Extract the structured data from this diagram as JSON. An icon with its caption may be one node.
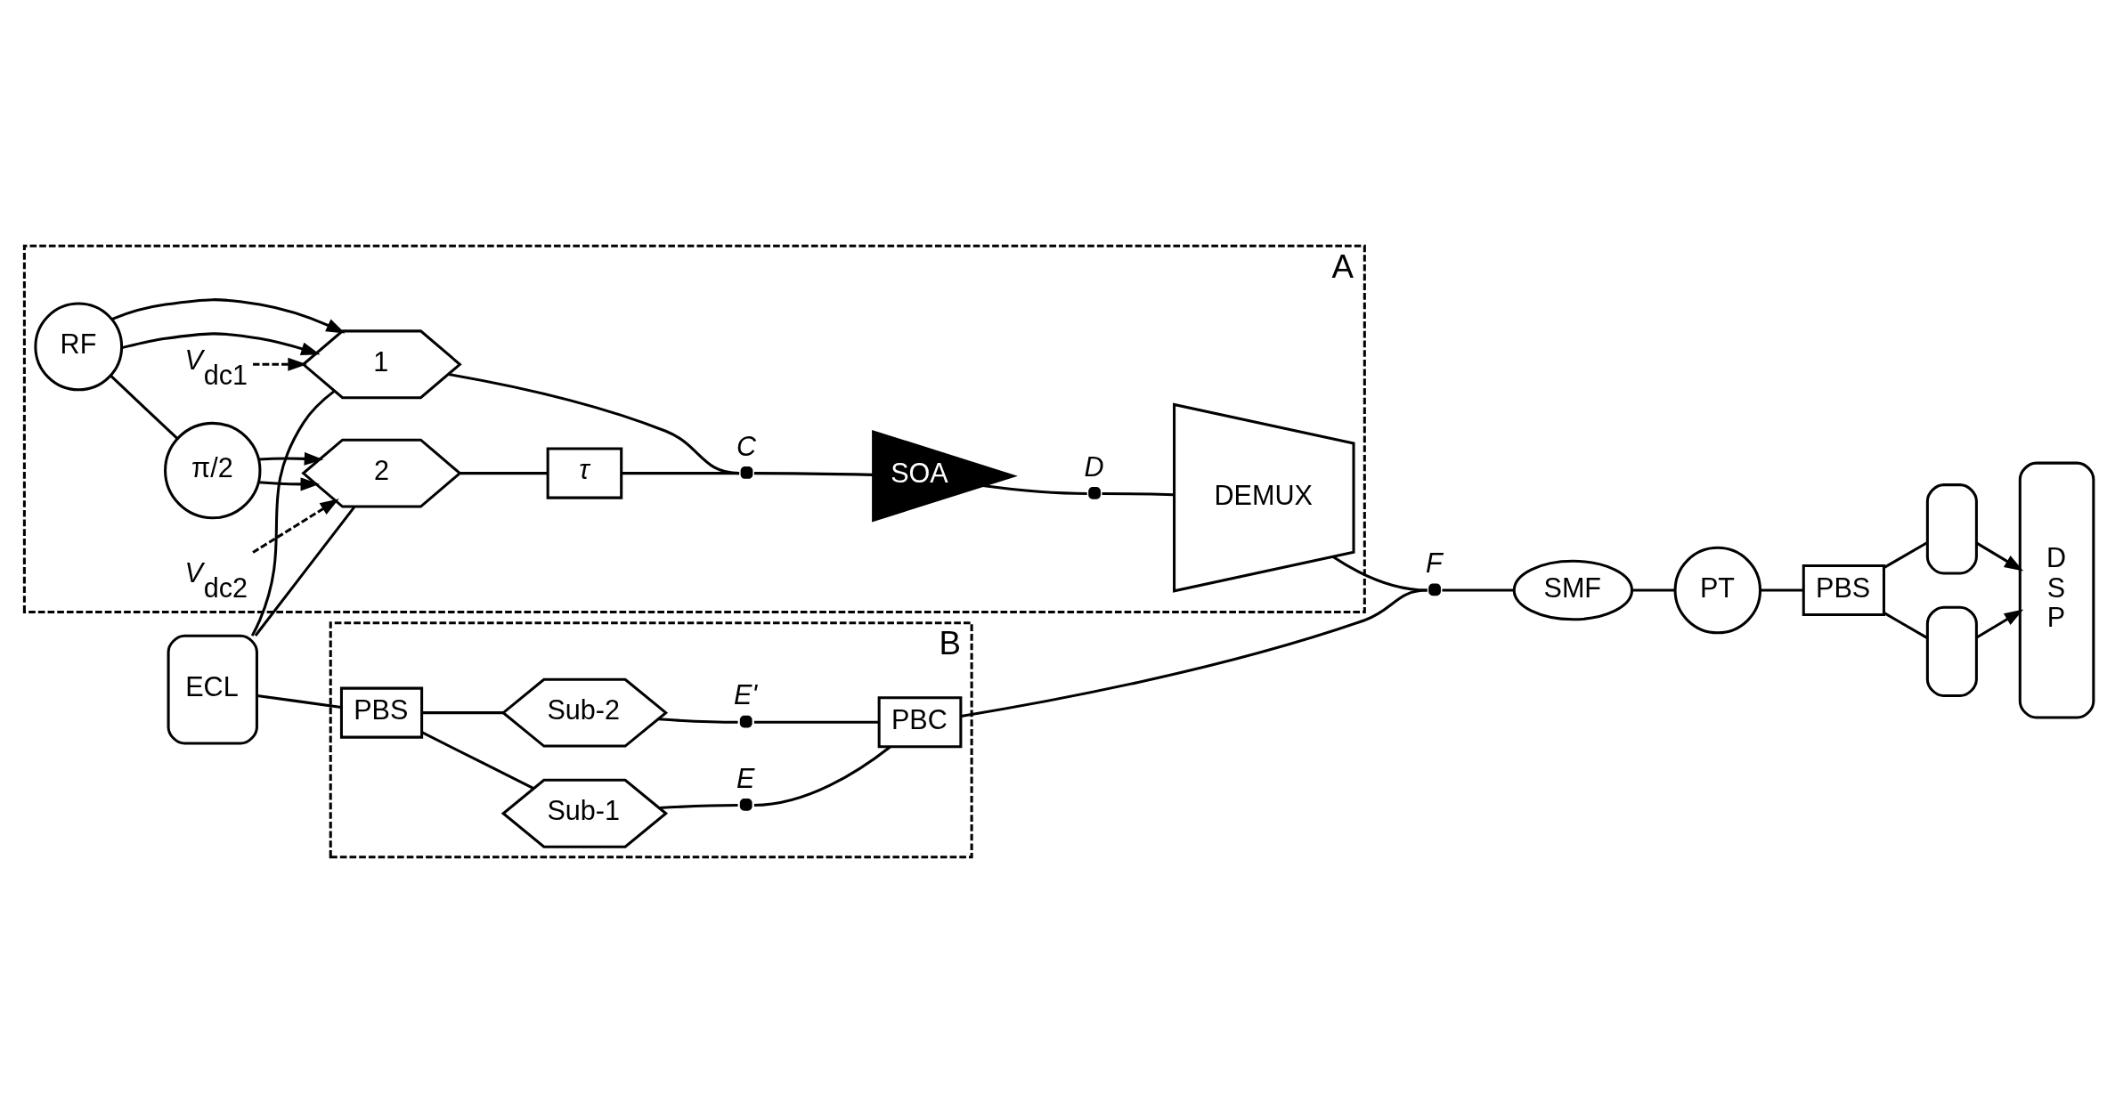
{
  "diagram": {
    "nodes": [
      {
        "text": [
          "ECL"
        ]
      },
      {
        "text": [
          "A"
        ]
      },
      {
        "text": [
          "RF"
        ],
        "in": 1
      },
      {
        "text": [
          "π/2"
        ],
        "in": 1
      },
      {
        "text": [
          "1"
        ],
        "in": 1
      },
      {
        "text": [
          "*V*$_{dc1}$"
        ],
        "in": 1
      },
      {
        "text": [
          "2"
        ],
        "in": 1
      },
      {
        "text": [
          "*V*$_{dc2}$"
        ],
        "in": 1
      },
      {
        "text": [
          "τ"
        ],
        "in": 1
      },
      {
        "text": [
          "C"
        ],
        "in": 1
      },
      {
        "text": [
          "SOA"
        ],
        "in": 1
      },
      {
        "text": [
          "D"
        ],
        "in": 1
      },
      {
        "text": [
          "DEMUX"
        ],
        "in": 1
      },
      {
        "text": [
          "B"
        ]
      },
      {
        "text": [
          "PBS"
        ],
        "in": 13
      },
      {
        "text": [
          "Sub-1"
        ],
        "in": 13
      },
      {
        "text": [
          "E"
        ],
        "in": 13
      },
      {
        "text": [
          "Sub-2"
        ],
        "in": 13
      },
      {
        "text": [
          "E'"
        ],
        "in": 13
      },
      {
        "text": [
          "PBC"
        ],
        "in": 13
      },
      {
        "text": [
          "F"
        ]
      },
      {
        "text": [
          "SMF"
        ]
      },
      {
        "text": [
          "PT"
        ]
      },
      {
        "text": [
          "PBS"
        ]
      },
      {
        "text": [],
        "shape": "box"
      },
      {
        "text": [],
        "shape": "box"
      },
      {
        "text": [
          "D S P"
        ]
      }
    ],
    "edges": [
      {
        "from": 0,
        "to": 4,
        "arrow": "none"
      },
      {
        "from": 0,
        "to": 6,
        "arrow": "none"
      },
      {
        "from": 0,
        "to": 14,
        "arrow": "none"
      },
      {
        "from": 2,
        "to": 4,
        "arrow": "to"
      },
      {
        "from": 2,
        "to": 4,
        "arrow": "to"
      },
      {
        "from": 2,
        "to": 3,
        "arrow": "none"
      },
      {
        "from": 3,
        "to": 6,
        "arrow": "to"
      },
      {
        "from": 3,
        "to": 6,
        "arrow": "to"
      },
      {
        "from": 5,
        "to": 4,
        "arrow": "to",
        "style": "dashed"
      },
      {
        "from": 7,
        "to": 6,
        "arrow": "to",
        "style": "dashed"
      },
      {
        "from": 4,
        "to": 9,
        "arrow": "none"
      },
      {
        "from": 6,
        "to": 8,
        "arrow": "none"
      },
      {
        "from": 8,
        "to": 9,
        "arrow": "none"
      },
      {
        "from": 9,
        "to": 10,
        "arrow": "none"
      },
      {
        "from": 10,
        "to": 11,
        "arrow": "none"
      },
      {
        "from": 11,
        "to": 12,
        "arrow": "none"
      },
      {
        "from": 12,
        "to": 20,
        "arrow": "none"
      },
      {
        "from": 14,
        "to": 15,
        "arrow": "none"
      },
      {
        "from": 14,
        "to": 17,
        "arrow": "none"
      },
      {
        "from": 15,
        "to": 16,
        "arrow": "none"
      },
      {
        "from": 17,
        "to": 18,
        "arrow": "none"
      },
      {
        "from": 16,
        "to": 19,
        "arrow": "none"
      },
      {
        "from": 18,
        "to": 19,
        "arrow": "none"
      },
      {
        "from": 19,
        "to": 20,
        "arrow": "none"
      },
      {
        "from": 20,
        "to": 21,
        "arrow": "none"
      },
      {
        "from": 21,
        "to": 22,
        "arrow": "none"
      },
      {
        "from": 22,
        "to": 23,
        "arrow": "none"
      },
      {
        "from": 23,
        "to": 24,
        "arrow": "none"
      },
      {
        "from": 23,
        "to": 25,
        "arrow": "none"
      },
      {
        "from": 24,
        "to": 26,
        "arrow": "to"
      },
      {
        "from": 25,
        "to": 26,
        "arrow": "to"
      }
    ]
  }
}
